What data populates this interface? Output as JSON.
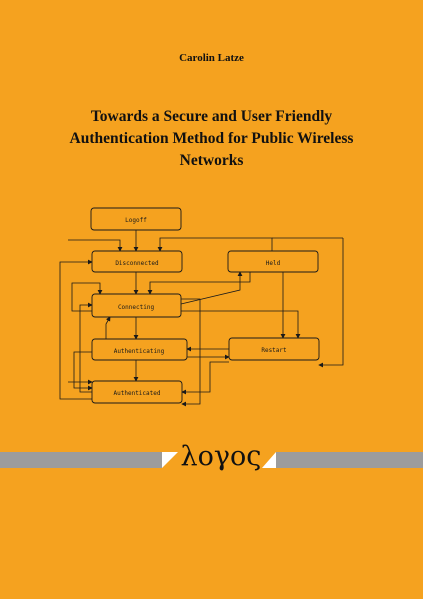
{
  "author": "Carolin Latze",
  "title_lines": [
    "Towards a Secure and User Friendly",
    "Authentication Method for Public Wireless",
    "Networks"
  ],
  "diagram": {
    "nodes": {
      "logoff": "Logoff",
      "disconnected": "Disconnected",
      "held": "Held",
      "connecting": "Connecting",
      "authenticating": "Authenticating",
      "restart": "Restart",
      "authenticated": "Authenticated"
    }
  },
  "publisher_logo": "λογος",
  "colors": {
    "background": "#f5a21f",
    "band": "#9c9c9c"
  }
}
